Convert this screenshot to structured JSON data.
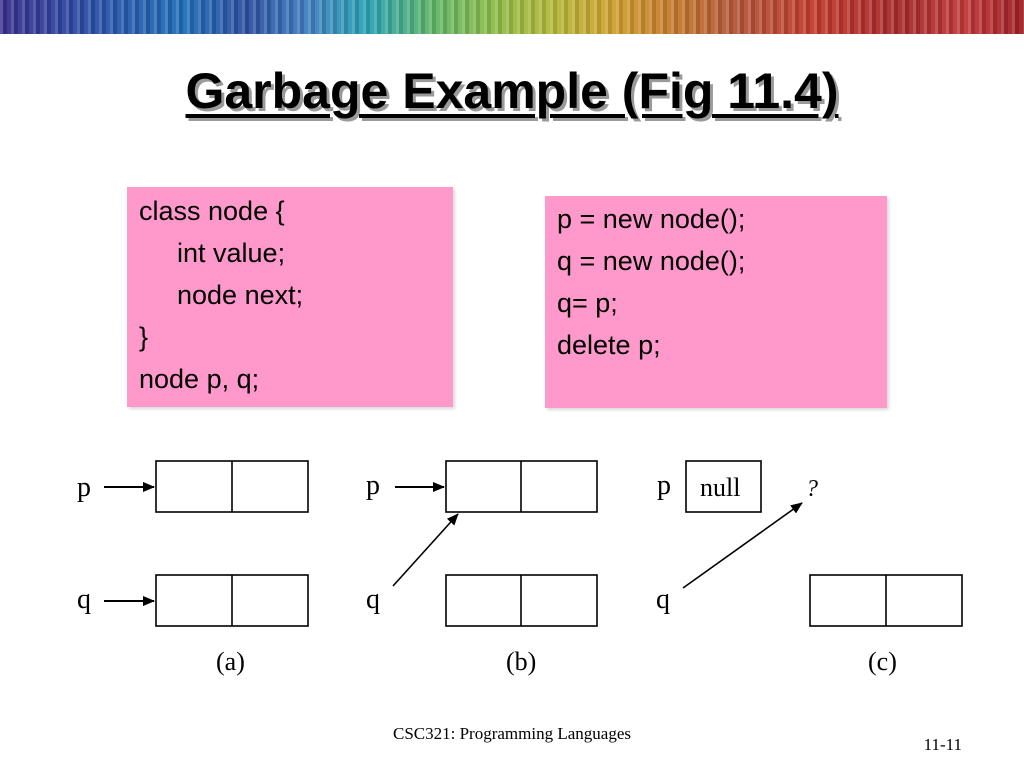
{
  "slide": {
    "title": "Garbage Example (Fig 11.4)",
    "footer": "CSC321: Programming Languages",
    "slide_number": "11-11"
  },
  "code_left": {
    "lines": [
      {
        "text": "class node {",
        "indent": false
      },
      {
        "text": "int value;",
        "indent": true
      },
      {
        "text": "node next;",
        "indent": true
      },
      {
        "text": "}",
        "indent": false
      },
      {
        "text": "node p, q;",
        "indent": false
      }
    ]
  },
  "code_right": {
    "lines": [
      {
        "text": "p = new node();"
      },
      {
        "text": "q = new node();"
      },
      {
        "text": "q= p;"
      },
      {
        "text": "delete p;"
      }
    ]
  },
  "diagram": {
    "panel_a": {
      "caption": "(a)",
      "p_label": "p",
      "q_label": "q"
    },
    "panel_b": {
      "caption": "(b)",
      "p_label": "p",
      "q_label": "q"
    },
    "panel_c": {
      "caption": "(c)",
      "p_label": "p",
      "q_label": "q",
      "null_text": "null",
      "unknown_mark": "?"
    }
  },
  "colors": {
    "code_box_fill": "#ff99cc",
    "title_shadow": "#9a9a9a"
  }
}
